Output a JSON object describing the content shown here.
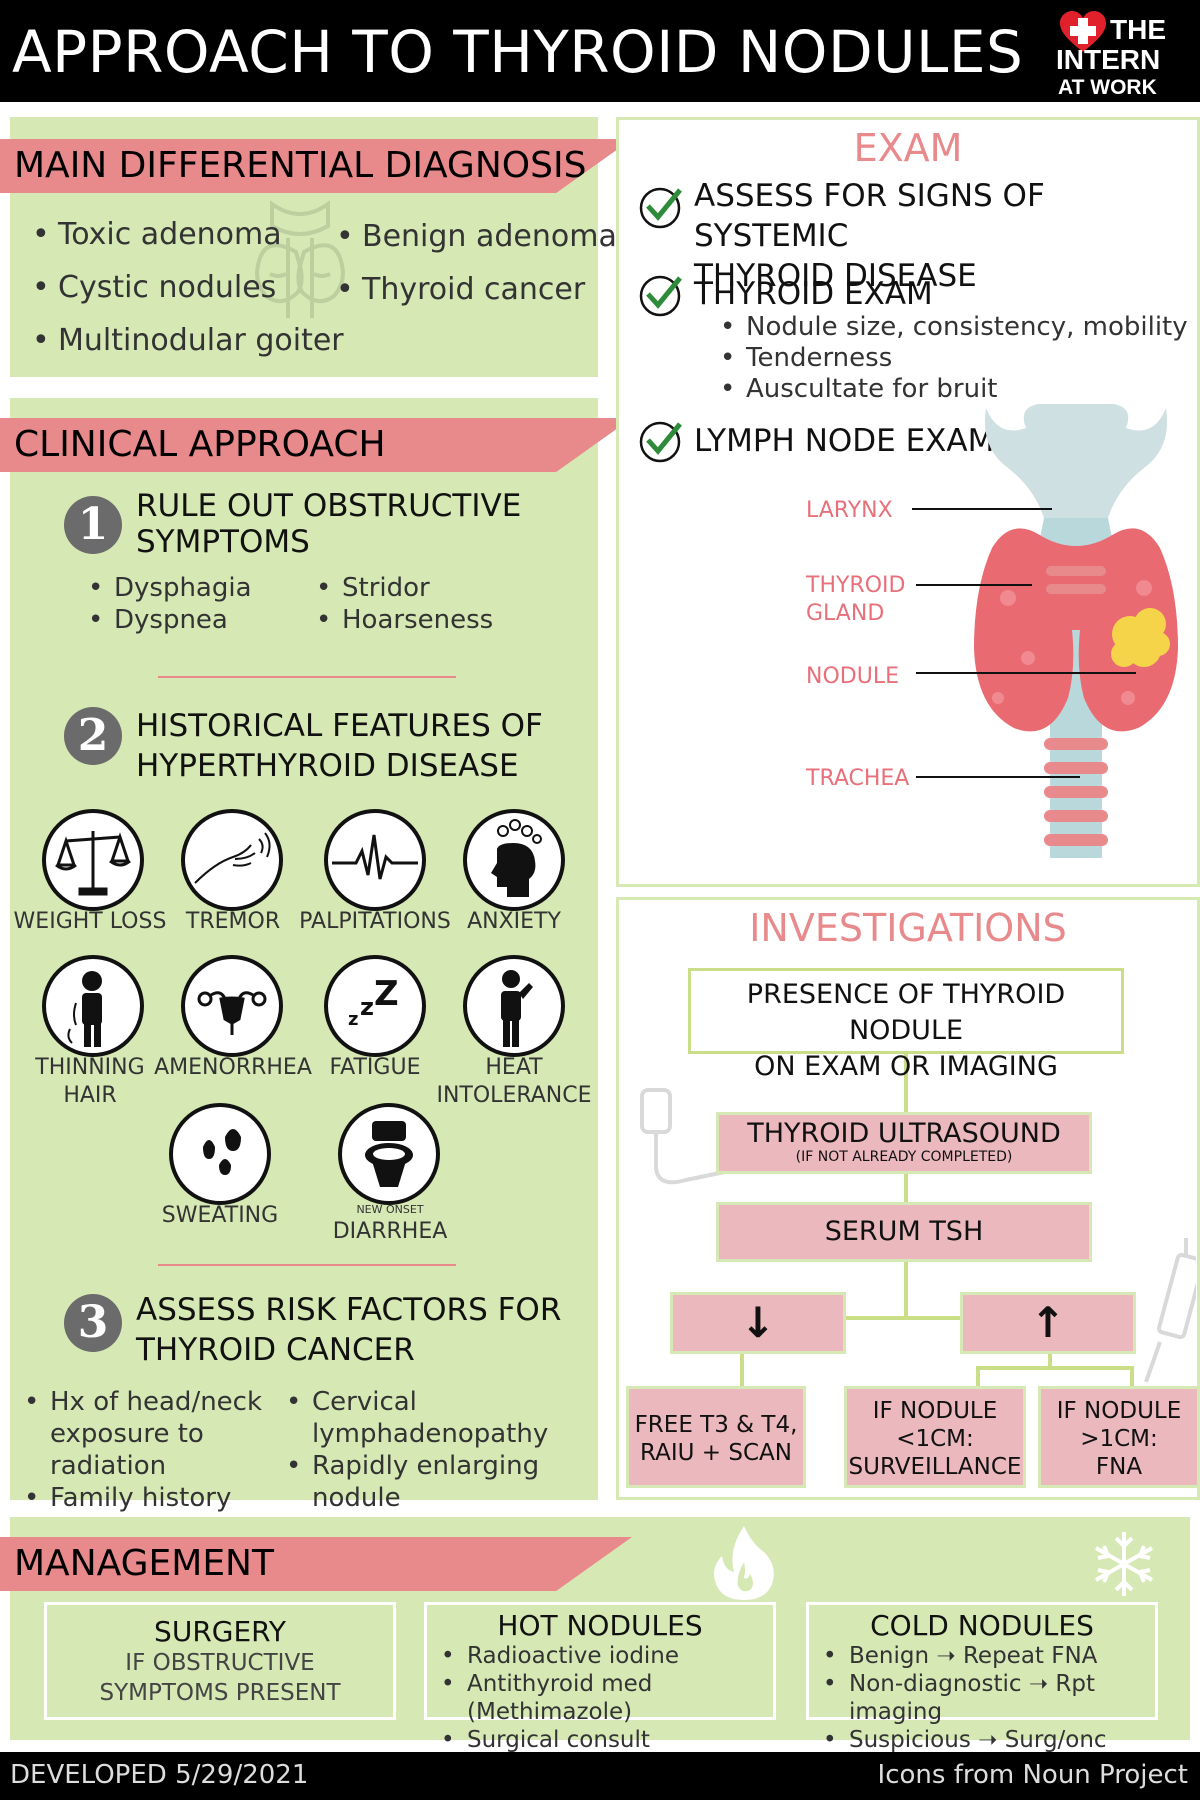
{
  "header": {
    "title": "APPROACH TO THYROID NODULES",
    "logo": {
      "line1": "THE",
      "line2": "INTERN",
      "line3": "AT WORK"
    }
  },
  "differential": {
    "heading": "MAIN DIFFERENTIAL DIAGNOSIS",
    "col1": [
      "Toxic adenoma",
      "Cystic nodules",
      "Multinodular goiter"
    ],
    "col2": [
      "Benign adenoma",
      "Thyroid cancer"
    ]
  },
  "clinical": {
    "heading": "CLINICAL APPROACH",
    "step1": {
      "num": "1",
      "title_line1": "RULE OUT OBSTRUCTIVE",
      "title_line2": "SYMPTOMS",
      "col1": [
        "Dysphagia",
        "Dyspnea"
      ],
      "col2": [
        "Stridor",
        "Hoarseness"
      ]
    },
    "step2": {
      "num": "2",
      "title_line1": "HISTORICAL FEATURES OF",
      "title_line2": "HYPERTHYROID DISEASE",
      "icons": {
        "weight_loss": "WEIGHT LOSS",
        "tremor": "TREMOR",
        "palpitations": "PALPITATIONS",
        "anxiety": "ANXIETY",
        "thinning_hair_1": "THINNING",
        "thinning_hair_2": "HAIR",
        "amenorrhea": "AMENORRHEA",
        "fatigue": "FATIGUE",
        "heat_1": "HEAT",
        "heat_2": "INTOLERANCE",
        "sweating": "SWEATING",
        "diarrhea_small": "NEW ONSET",
        "diarrhea": "DIARRHEA"
      }
    },
    "step3": {
      "num": "3",
      "title_line1": "ASSESS RISK FACTORS FOR",
      "title_line2": "THYROID CANCER",
      "col1": [
        "Hx of head/neck exposure to radiation",
        "Family history"
      ],
      "col2": [
        "Cervical lymphadenopathy",
        "Rapidly enlarging nodule"
      ]
    }
  },
  "exam": {
    "heading": "EXAM",
    "item1_line1": "ASSESS FOR SIGNS OF SYSTEMIC",
    "item1_line2": "THYROID DISEASE",
    "item2": "THYROID EXAM",
    "item2_sub": [
      "Nodule size, consistency, mobility",
      "Tenderness",
      "Auscultate for bruit"
    ],
    "item3": "LYMPH NODE EXAM",
    "labels": {
      "larynx": "LARYNX",
      "thyroid_1": "THYROID",
      "thyroid_2": "GLAND",
      "nodule": "NODULE",
      "trachea": "TRACHEA"
    }
  },
  "investigations": {
    "heading": "INVESTIGATIONS",
    "start_line1": "PRESENCE OF THYROID NODULE",
    "start_line2": "ON EXAM OR IMAGING",
    "ultrasound": "THYROID ULTRASOUND",
    "ultrasound_note": "(IF NOT ALREADY COMPLETED)",
    "tsh": "SERUM TSH",
    "low_arrow": "↓",
    "high_arrow": "↑",
    "low_result_1": "FREE T3 & T4,",
    "low_result_2": "RAIU + SCAN",
    "high_small_1": "IF NODULE",
    "high_small_2": "<1CM:",
    "high_small_3": "SURVEILLANCE",
    "high_large_1": "IF NODULE",
    "high_large_2": ">1CM:",
    "high_large_3": "FNA"
  },
  "management": {
    "heading": "MANAGEMENT",
    "surgery": {
      "title": "SURGERY",
      "line1": "IF OBSTRUCTIVE",
      "line2": "SYMPTOMS PRESENT"
    },
    "hot": {
      "title": "HOT NODULES",
      "items": [
        "Radioactive iodine",
        "Antithyroid med (Methimazole)",
        "Surgical consult"
      ]
    },
    "cold": {
      "title": "COLD NODULES",
      "items": [
        "Benign ➝ Repeat FNA",
        "Non-diagnostic ➝ Rpt imaging",
        "Suspicious ➝ Surg/onc consult"
      ]
    }
  },
  "footer": {
    "developed": "DEVELOPED 5/29/2021",
    "credit": "Icons from Noun Project"
  },
  "colors": {
    "pink": "#e8898c",
    "green": "#d6e8b4",
    "black": "#000000",
    "box_pink": "#eab8bd"
  }
}
